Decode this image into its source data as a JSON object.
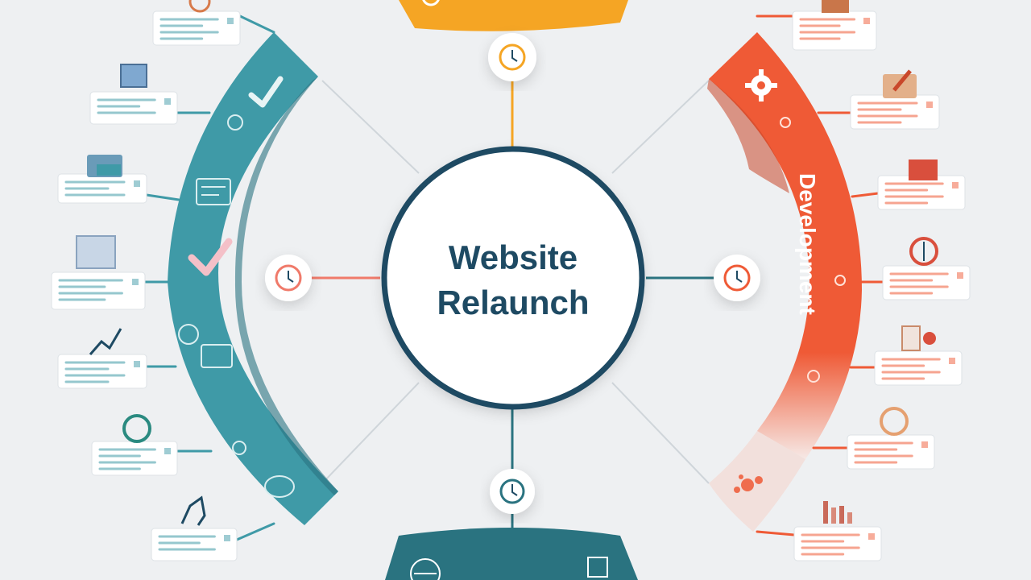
{
  "diagram": {
    "hub": {
      "line1": "Website",
      "line2": "Relaunch"
    },
    "right_phase": {
      "label": "Development"
    },
    "colors": {
      "teal": "#3f9aa7",
      "teal_dark": "#2a7380",
      "orange_red": "#ef5a36",
      "yellow_orange": "#f5a524",
      "navy": "#1e4a63",
      "light_red": "#f07a6a",
      "background": "#eef0f2"
    },
    "icons": {
      "top_clock": "clock-icon",
      "left_clock": "clock-icon",
      "right_clock": "clock-icon",
      "bottom_clock": "clock-icon",
      "left_arc_checkmarks": "checkmark-icon",
      "right_arc_gear": "gear-icon"
    }
  }
}
